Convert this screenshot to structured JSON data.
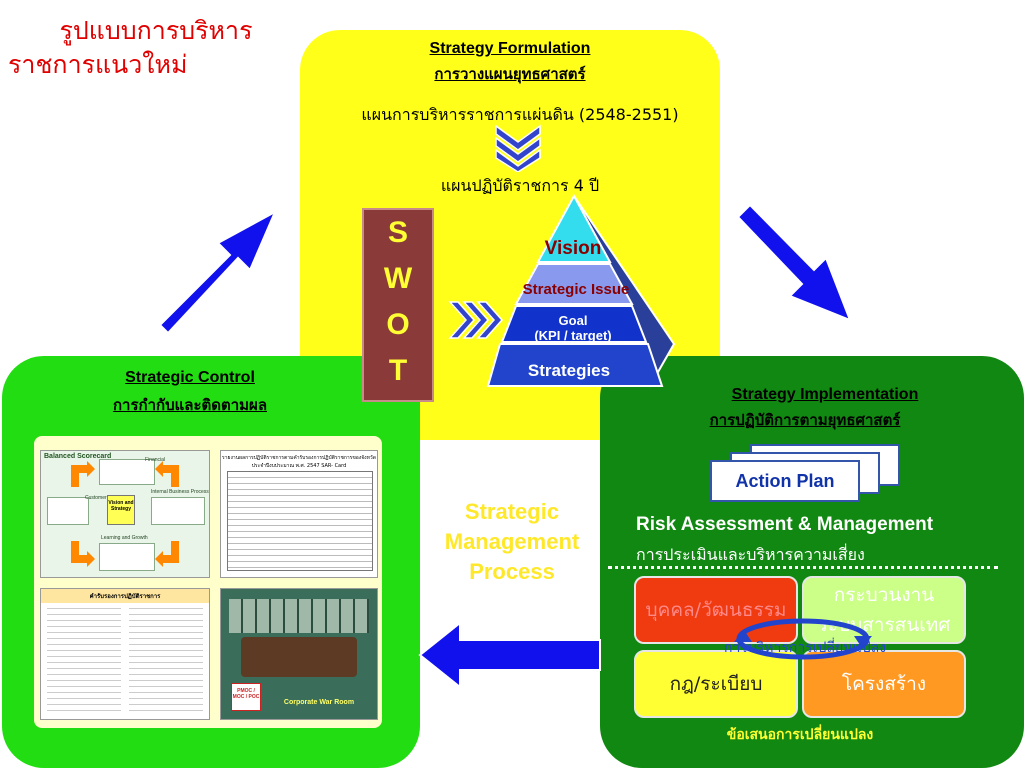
{
  "title": {
    "line1": "รูปแบบการบริหาร",
    "line2": "ราชการแนวใหม่"
  },
  "formulation": {
    "title_en": "Strategy Formulation",
    "title_th": "การวางแผนยุทธศาสตร์",
    "plan_line": "แผนการบริหารราชการแผ่นดิน (2548-2551)",
    "action_line": "แผนปฏิบัติราชการ 4 ปี",
    "swot": [
      "S",
      "W",
      "O",
      "T"
    ],
    "pyramid": {
      "vision": "Vision",
      "issue": "Strategic Issue",
      "goal": "Goal",
      "kpi": "(KPI / target)",
      "strategies": "Strategies"
    }
  },
  "control": {
    "title_en": "Strategic Control",
    "title_th": "การกำกับและติดตามผล",
    "bsc": {
      "title": "Balanced Scorecard",
      "financial": "Financial",
      "customer": "Customer",
      "internal": "Internal Business Process",
      "learning": "Learning and Growth",
      "center": "Vision and Strategy"
    },
    "report_title": "รายงานผลการปฏิบัติราชการตามคำรับรองการปฏิบัติราชการของจังหวัด",
    "report_sub": "ประจำปีงบประมาณ พ.ศ. 2547 SAR- Card",
    "doc_title": "คำรับรองการปฏิบัติราชการ",
    "warroom": {
      "title": "Corporate War Room",
      "tag": "PMOC / MOC / POC"
    }
  },
  "center_text": [
    "Strategic",
    "Management",
    "Process"
  ],
  "implementation": {
    "title_en": "Strategy Implementation",
    "title_th": "การปฏิบัติการตามยุทธศาสตร์",
    "action_plan": "Action Plan",
    "risk_en": "Risk Assessment & Management",
    "risk_th": "การประเมินและบริหารความเสี่ยง",
    "box_people": "บุคคล/วัฒนธรรม",
    "box_process": "กระบวนงาน",
    "box_it": "ระบบสารสนเทศ",
    "box_rules": "กฎ/ระเบียบ",
    "box_structure": "โครงสร้าง",
    "change_mgmt": "การบริหารการเปลี่ยนแปลง",
    "footer": "ข้อเสนอการเปลี่ยนแปลง"
  },
  "colors": {
    "yellow_panel": "#ffff1a",
    "light_green_panel": "#22dd11",
    "dark_green_panel": "#118811",
    "arrow_blue": "#1111ee",
    "title_red": "#e00000"
  }
}
